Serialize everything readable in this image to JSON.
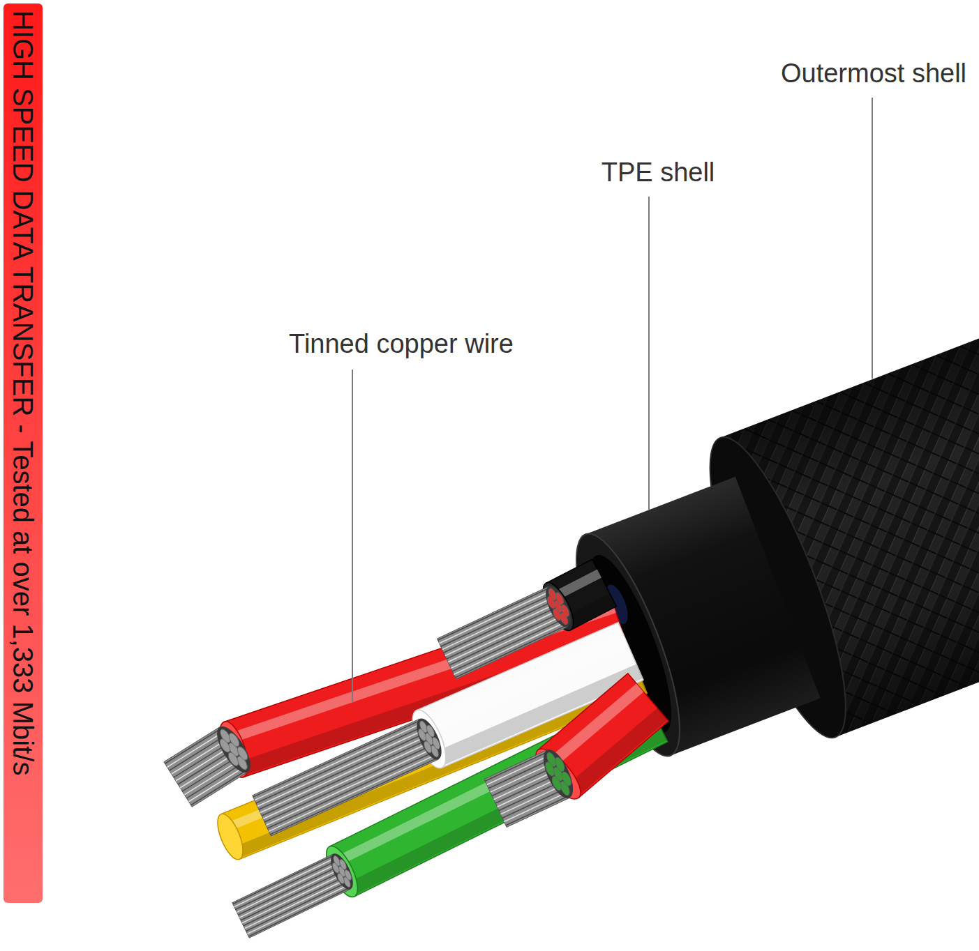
{
  "diagram": {
    "nodes": [
      {
        "text": [
          "HIGH SPEED DATA TRANSFER - Tested at over 1,333 Mbit/s"
        ]
      }
    ],
    "labels": [
      "Outermost shell",
      "TPE shell",
      "Tinned copper wire"
    ]
  }
}
